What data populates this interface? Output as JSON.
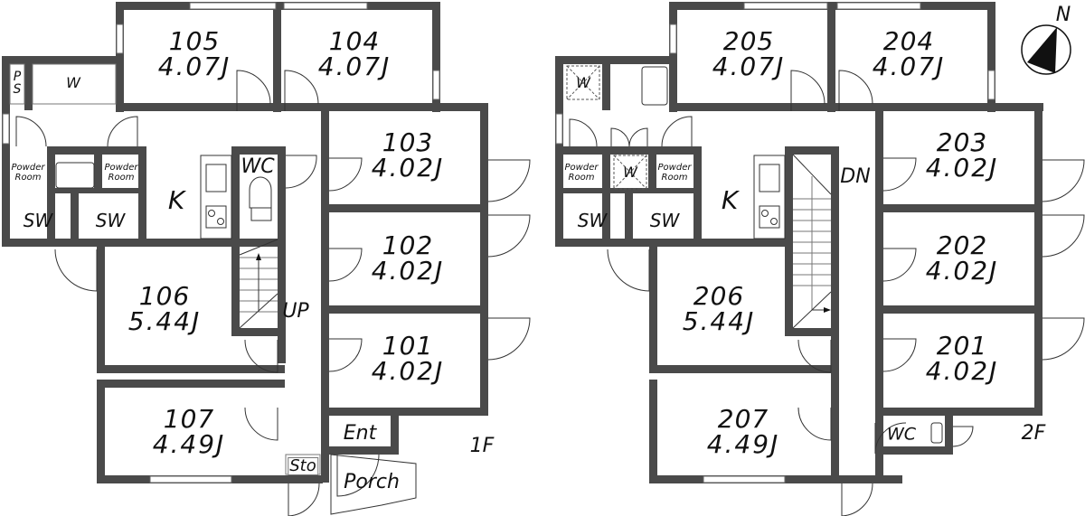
{
  "floors": [
    {
      "id": "1F",
      "label": "1F",
      "rooms": [
        {
          "number": "105",
          "area": "4.07J"
        },
        {
          "number": "104",
          "area": "4.07J"
        },
        {
          "number": "103",
          "area": "4.02J"
        },
        {
          "number": "102",
          "area": "4.02J"
        },
        {
          "number": "101",
          "area": "4.02J"
        },
        {
          "number": "106",
          "area": "5.44J"
        },
        {
          "number": "107",
          "area": "4.49J"
        }
      ],
      "spaces": {
        "ps": "P S",
        "closet": "W",
        "powder_room_1": "Powder Room",
        "powder_room_2": "Powder Room",
        "sw_1": "SW",
        "sw_2": "SW",
        "kitchen": "K",
        "wc": "WC",
        "stairs": "UP",
        "entrance": "Ent",
        "storage": "Sto",
        "porch": "Porch"
      }
    },
    {
      "id": "2F",
      "label": "2F",
      "rooms": [
        {
          "number": "205",
          "area": "4.07J"
        },
        {
          "number": "204",
          "area": "4.07J"
        },
        {
          "number": "203",
          "area": "4.02J"
        },
        {
          "number": "202",
          "area": "4.02J"
        },
        {
          "number": "201",
          "area": "4.02J"
        },
        {
          "number": "206",
          "area": "5.44J"
        },
        {
          "number": "207",
          "area": "4.49J"
        }
      ],
      "spaces": {
        "washer_1": "W",
        "washer_2": "W",
        "powder_room_1": "Powder Room",
        "powder_room_2": "Powder Room",
        "sw_1": "SW",
        "sw_2": "SW",
        "kitchen": "K",
        "stairs": "DN",
        "wc": "WC"
      }
    }
  ],
  "compass": {
    "label": "N"
  },
  "colors": {
    "wall": "#4a4a4a",
    "line": "#333333",
    "background": "#ffffff"
  }
}
